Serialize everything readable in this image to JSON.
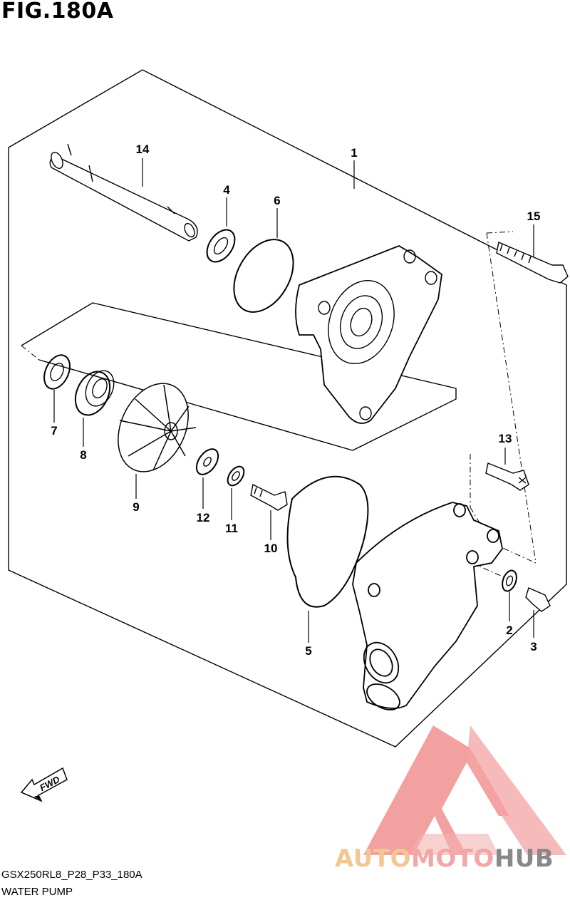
{
  "figure": {
    "title": "FIG.180A"
  },
  "callouts": {
    "c1": "1",
    "c2": "2",
    "c3": "3",
    "c4": "4",
    "c5": "5",
    "c6": "6",
    "c7": "7",
    "c8": "8",
    "c9": "9",
    "c10": "10",
    "c11": "11",
    "c12": "12",
    "c13": "13",
    "c14": "14",
    "c15": "15"
  },
  "direction_label": "FWD",
  "footer": {
    "code": "GSX250RL8_P28_P33_180A",
    "name": "WATER PUMP"
  },
  "watermark": {
    "brand_a": "AUTO",
    "brand_m": "MOTO",
    "brand_h": "HUB",
    "colors": {
      "auto": "#f3c793",
      "moto": "#f2a6a6",
      "hub": "#888888"
    }
  }
}
